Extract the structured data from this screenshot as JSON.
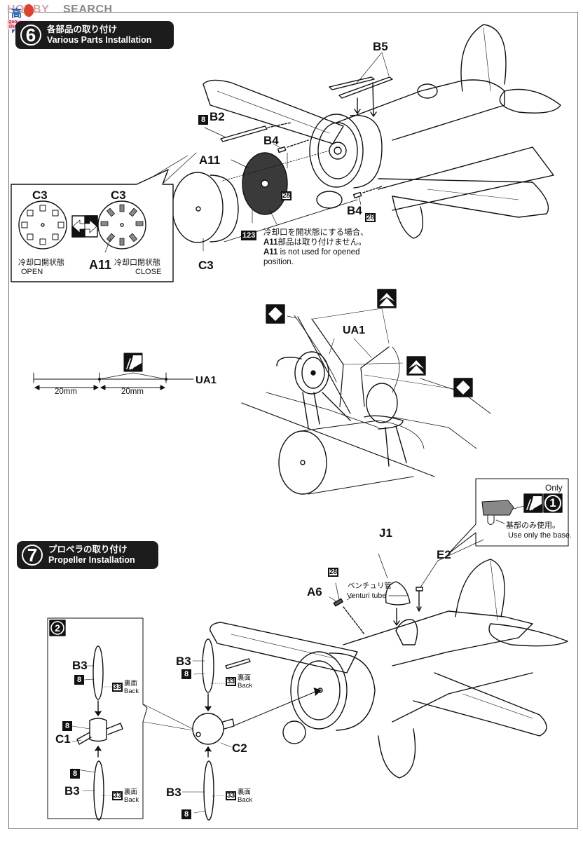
{
  "watermark": {
    "brand_left": "HOBBY",
    "brand_right": "SEARCH",
    "overlay_chars": "高 网",
    "overlay_url": "gao-shou.com"
  },
  "steps": [
    {
      "number": "6",
      "title_jp": "各部品の取り付け",
      "title_en": "Various Parts Installation"
    },
    {
      "number": "7",
      "title_jp": "プロペラの取り付け",
      "title_en": "Propeller Installation"
    }
  ],
  "step6": {
    "parts": {
      "b5": "B5",
      "b2": "B2",
      "b4_top": "B4",
      "b4_bottom": "B4",
      "a11": "A11",
      "c3": "C3"
    },
    "paint_codes": {
      "b2": "8",
      "b4_top": "28",
      "b4_bottom": "28",
      "a11": "123"
    },
    "note_jp_1": "冷却口を開状態にする場合、",
    "note_jp_2_bold": "A11",
    "note_jp_2_rest": "部品は取り付けません。",
    "note_en_bold": "A11",
    "note_en_rest": " is not used for opened",
    "note_en_2": "position.",
    "inset": {
      "left_label": "C3",
      "right_label": "C3",
      "a11_label": "A11",
      "open_jp": "冷却口開状態",
      "open_en": "OPEN",
      "close_jp": "冷却口閉状態",
      "close_en": "CLOSE",
      "toggle_icon": "alternative-arrows-icon"
    },
    "antenna": {
      "segment_1": "20mm",
      "segment_2": "20mm",
      "label": "UA1",
      "icon": "stretched-sprue-icon"
    },
    "rigging": {
      "label": "UA1",
      "icons": [
        "diamond-marker-icon",
        "chevron-marker-icon",
        "chevron-marker-icon",
        "diamond-marker-icon"
      ]
    }
  },
  "step7": {
    "only_box": {
      "only": "Only",
      "option_number": "1",
      "note_jp": "基部のみ使用。",
      "note_en": "Use only the base."
    },
    "parts": {
      "j1": "J1",
      "e2": "E2",
      "a6": "A6",
      "a6_paint": "28",
      "venturi_jp": "ベンチュリ管",
      "venturi_en": "Venturi tube",
      "c2": "C2"
    },
    "prop_main": {
      "top_blade": "B3",
      "top_paint": "8",
      "top_back_code": "33",
      "back_jp": "裏面",
      "back_en": "Back",
      "bottom_blade": "B3",
      "bottom_back_code": "33",
      "bottom_paint": "8"
    },
    "option_box": {
      "option_number": "2",
      "top_blade": "B3",
      "top_paint": "8",
      "top_back_code": "33",
      "back_jp": "裏面",
      "back_en": "Back",
      "hub_paint": "8",
      "hub": "C1",
      "bottom_paint": "8",
      "bottom_blade": "B3",
      "bottom_back_code": "33"
    }
  }
}
